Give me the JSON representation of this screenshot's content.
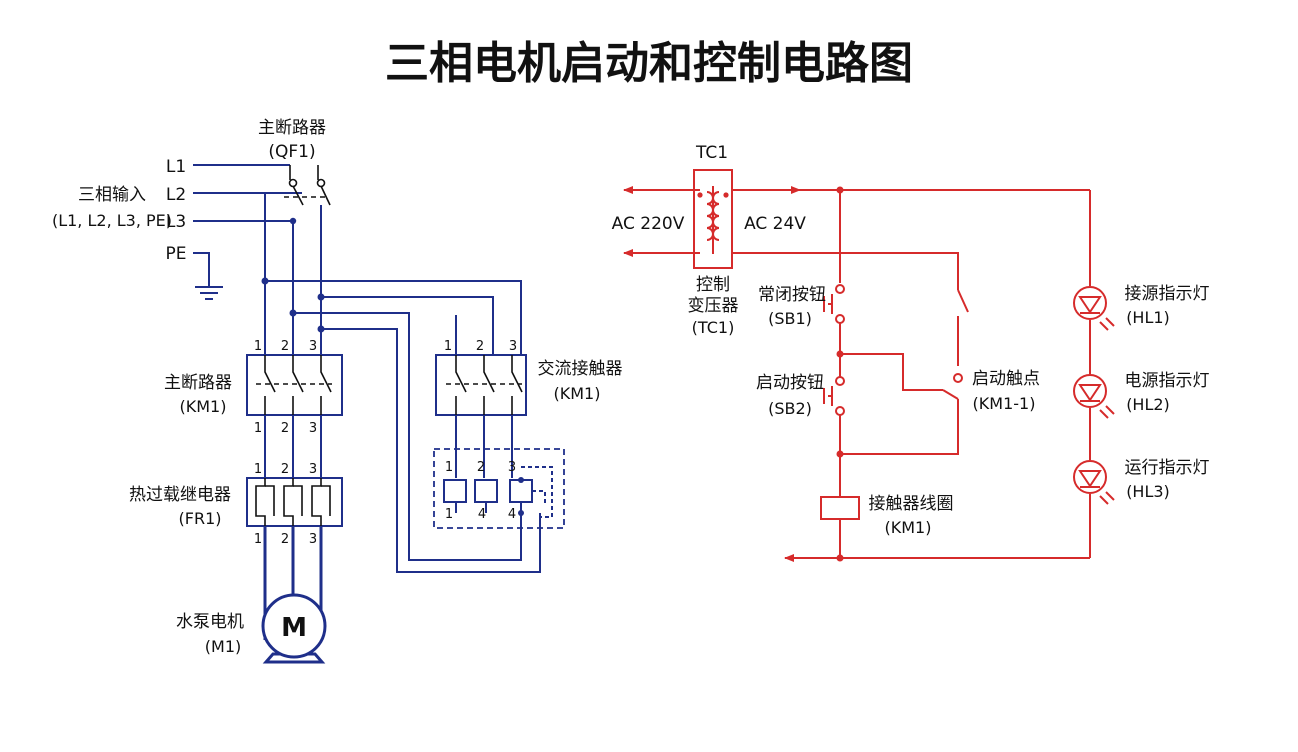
{
  "title": "三相电机启动和控制电路图",
  "colors": {
    "power_wire": "#1f2f8a",
    "control_wire": "#d62b2b",
    "symbol": "#111111"
  },
  "power_circuit": {
    "lines": {
      "l1": "L1",
      "l2": "L2",
      "l3": "L3",
      "pe": "PE"
    },
    "input": {
      "name": "三相输入",
      "sub": "(L1, L2, L3, PE)"
    },
    "qf1": {
      "name": "主断路器",
      "code": "(QF1)"
    },
    "km1_breaker": {
      "name": "主断路器",
      "code": "(KM1)"
    },
    "fr1": {
      "name": "热过载继电器",
      "code": "(FR1)"
    },
    "motor": {
      "name": "水泵电机",
      "code": "(M1)",
      "symbol": "M"
    },
    "contactor": {
      "name": "交流接触器",
      "code": "(KM1)"
    },
    "terminals": {
      "t1": "1",
      "t2": "2",
      "t3": "3",
      "t4": "4"
    }
  },
  "control_circuit": {
    "transformer": {
      "tag": "TC1",
      "input": "AC 220V",
      "output": "AC 24V",
      "name1": "控制",
      "name2": "变压器",
      "code": "(TC1)"
    },
    "sb1": {
      "name": "常闭按钮",
      "code": "(SB1)"
    },
    "sb2": {
      "name": "启动按钮",
      "code": "(SB2)"
    },
    "km1_contact": {
      "name": "启动触点",
      "code": "(KM1-1)"
    },
    "coil": {
      "name": "接触器线圈",
      "code": "(KM1)"
    },
    "hl1": {
      "name": "接源指示灯",
      "code": "(HL1)"
    },
    "hl2": {
      "name": "电源指示灯",
      "code": "(HL2)"
    },
    "hl3": {
      "name": "运行指示灯",
      "code": "(HL3)"
    }
  }
}
